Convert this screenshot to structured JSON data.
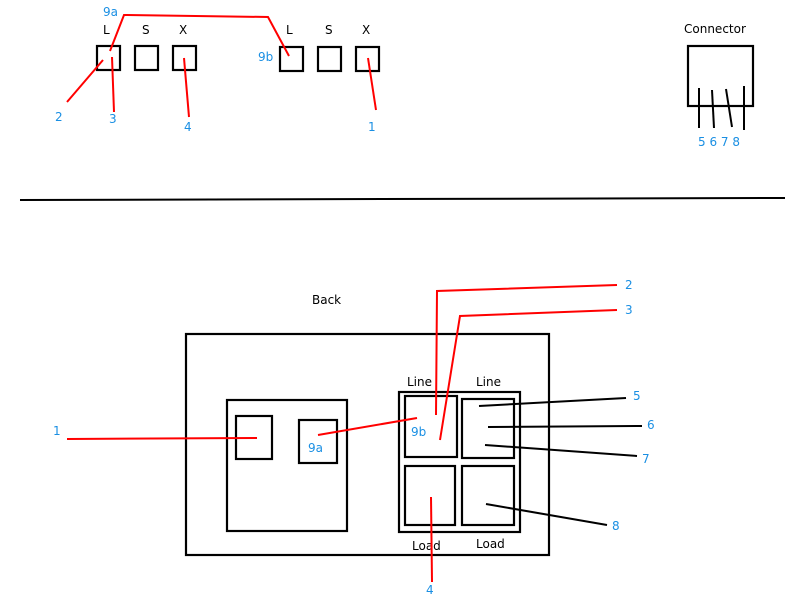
{
  "colors": {
    "callout": "#1a8fe3",
    "red_wire": "#ff0000",
    "black_wire": "#000000"
  },
  "top": {
    "left_terminal_block": {
      "headers": [
        "L",
        "S",
        "X"
      ],
      "callouts": {
        "top": "9a",
        "left_wire": "2",
        "l_wire": "3",
        "x_wire": "4"
      }
    },
    "right_terminal_block": {
      "headers": [
        "L",
        "S",
        "X"
      ],
      "callouts": {
        "side": "9b",
        "x_wire": "1"
      }
    },
    "connector": {
      "title": "Connector",
      "pins": "5 6 7 8"
    }
  },
  "bottom": {
    "title": "Back",
    "left_module": {
      "inner_label": "9a",
      "callout": "1"
    },
    "right_module": {
      "top_labels": [
        "Line",
        "Line"
      ],
      "bottom_labels": [
        "Load",
        "Load"
      ],
      "inner_label": "9b",
      "callouts": [
        "2",
        "3",
        "4",
        "5",
        "6",
        "7",
        "8"
      ]
    }
  }
}
